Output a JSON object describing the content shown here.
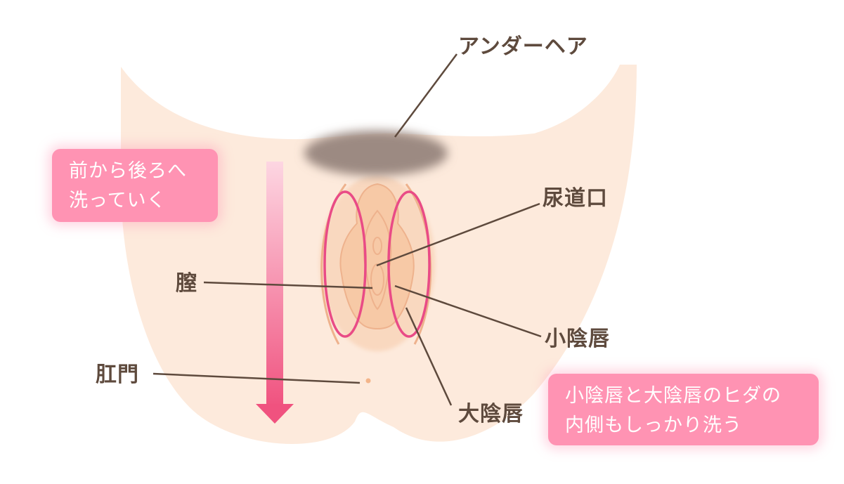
{
  "labels": {
    "underhair": "アンダーヘア",
    "urethra": "尿道口",
    "vagina": "膣",
    "labia_minora": "小陰唇",
    "anus": "肛門",
    "labia_majora": "大陰唇"
  },
  "notes": {
    "front_to_back": {
      "line1": "前から後ろへ",
      "line2": "洗っていく"
    },
    "folds": {
      "line1": "小陰唇と大陰唇のヒダの",
      "line2": "内側もしっかり洗う"
    }
  },
  "colors": {
    "skin": "#fdeadc",
    "skin_inner": "#f9d8bf",
    "labia_minora_fill": "#f7c9a6",
    "labia_minora_outline": "#eeb28d",
    "hair": "#9c8a82",
    "ring": "#e94b86",
    "arrow_start": "#fdd6e2",
    "arrow_end": "#f0527f",
    "note_bg": "#ff93b3",
    "leader_line": "#5e4a3d",
    "label_text": "#5e4a3d",
    "anus_dot": "#f3b58a"
  }
}
